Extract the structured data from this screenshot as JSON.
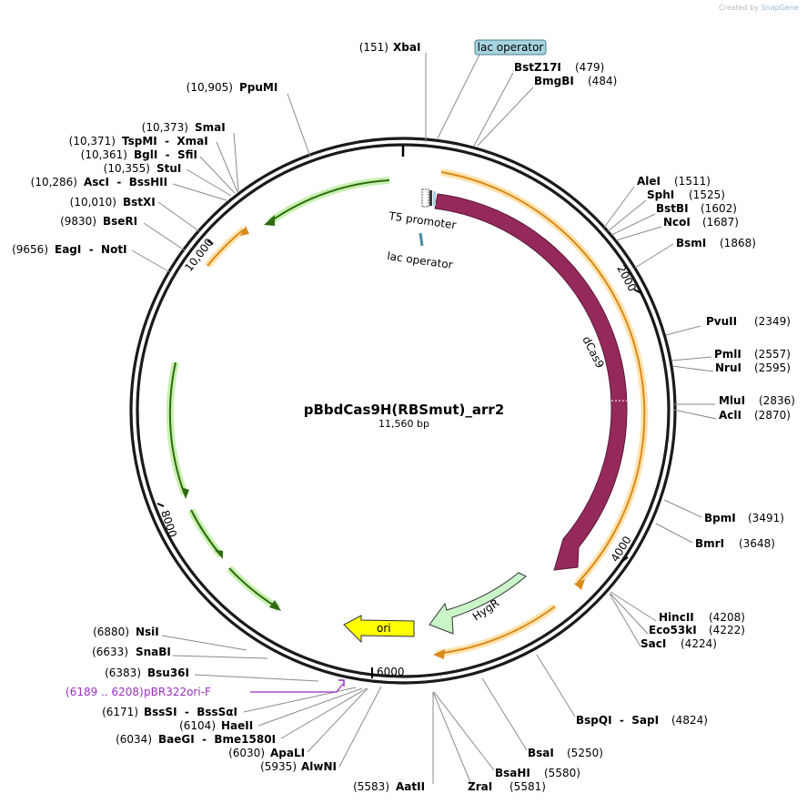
{
  "watermark": {
    "prefix": "Created by",
    "brand": "SnapGene"
  },
  "plasmid": {
    "name": "pBbdCas9H(RBSmut)_arr2",
    "length_label": "11,560 bp",
    "total_bp": 11560
  },
  "colors": {
    "cas9": "#95295c",
    "hygr": "#c9f5c9",
    "ori": "#ffff00",
    "orange": "#f4a340",
    "green": "#6ec63c",
    "lac_operator": "#a7d4e0",
    "primer": "#9b2fbf"
  },
  "ticks": [
    {
      "label": "2000",
      "pos": 2000
    },
    {
      "label": "4000",
      "pos": 4000
    },
    {
      "label": "6000",
      "pos": 6000
    },
    {
      "label": "8000",
      "pos": 8000
    },
    {
      "label": "10,000",
      "pos": 10000
    }
  ],
  "features": [
    {
      "id": "feature-dcas9",
      "label": "dCas9",
      "start": 560,
      "end": 4720,
      "color": "#95295c"
    },
    {
      "id": "feature-hygr",
      "label": "HygR",
      "start": 4680,
      "end": 5820,
      "color": "#c9f5c9"
    },
    {
      "id": "feature-ori",
      "label": "ori",
      "start": 5950,
      "end": 6500,
      "color": "#ffff00"
    }
  ],
  "inner_labels": {
    "t5_promoter": "T5 promoter",
    "lac_operator": "lac operator"
  },
  "top_label_box": {
    "text": "lac operator"
  },
  "primer": {
    "range": "(6189 .. 6208)",
    "name": "pBR322ori-F"
  },
  "sites": [
    {
      "pos": "(151)",
      "name": "XbaI",
      "bp": 151
    },
    {
      "name": "BstZ17I",
      "pos": "(479)",
      "bp": 479
    },
    {
      "name": "BmgBI",
      "pos": "(484)",
      "bp": 484
    },
    {
      "name": "AleI",
      "pos": "(1511)",
      "bp": 1511
    },
    {
      "name": "SphI",
      "pos": "(1525)",
      "bp": 1525
    },
    {
      "name": "BstBI",
      "pos": "(1602)",
      "bp": 1602
    },
    {
      "name": "NcoI",
      "pos": "(1687)",
      "bp": 1687
    },
    {
      "name": "BsmI",
      "pos": "(1868)",
      "bp": 1868
    },
    {
      "name": "PvuII",
      "pos": "(2349)",
      "bp": 2349
    },
    {
      "name": "PmlI",
      "pos": "(2557)",
      "bp": 2557
    },
    {
      "name": "NruI",
      "pos": "(2595)",
      "bp": 2595
    },
    {
      "name": "MluI",
      "pos": "(2836)",
      "bp": 2836
    },
    {
      "name": "AclI",
      "pos": "(2870)",
      "bp": 2870
    },
    {
      "name": "BpmI",
      "pos": "(3491)",
      "bp": 3491
    },
    {
      "name": "BmrI",
      "pos": "(3648)",
      "bp": 3648
    },
    {
      "name": "HincII",
      "pos": "(4208)",
      "bp": 4208
    },
    {
      "name": "Eco53kI",
      "pos": "(4222)",
      "bp": 4222
    },
    {
      "name": "SacI",
      "pos": "(4224)",
      "bp": 4224
    },
    {
      "name": "BspQI  -  SapI",
      "pos": "(4824)",
      "bp": 4824
    },
    {
      "name": "BsaI",
      "pos": "(5250)",
      "bp": 5250
    },
    {
      "name": "BsaHI",
      "pos": "(5580)",
      "bp": 5580
    },
    {
      "name": "ZraI",
      "pos": "(5581)",
      "bp": 5581
    },
    {
      "pos": "(5583)",
      "name": "AatII",
      "bp": 5583
    },
    {
      "pos": "(5935)",
      "name": "AlwNI",
      "bp": 5935
    },
    {
      "pos": "(6030)",
      "name": "ApaLI",
      "bp": 6030
    },
    {
      "pos": "(6034)",
      "name": "BaeGI  -  Bme1580I",
      "bp": 6034
    },
    {
      "pos": "(6104)",
      "name": "HaeII",
      "bp": 6104
    },
    {
      "pos": "(6171)",
      "name": "BssSI  -  BssSαI",
      "bp": 6171
    },
    {
      "pos": "(6383)",
      "name": "Bsu36I",
      "bp": 6383
    },
    {
      "pos": "(6633)",
      "name": "SnaBI",
      "bp": 6633
    },
    {
      "pos": "(6880)",
      "name": "NsiI",
      "bp": 6880
    },
    {
      "pos": "(9656)",
      "name": "EagI  -  NotI",
      "bp": 9656
    },
    {
      "pos": "(9830)",
      "name": "BseRI",
      "bp": 9830
    },
    {
      "pos": "(10,010)",
      "name": "BstXI",
      "bp": 10010
    },
    {
      "pos": "(10,286)",
      "name": "AscI  -  BssHII",
      "bp": 10286
    },
    {
      "pos": "(10,355)",
      "name": "StuI",
      "bp": 10355
    },
    {
      "pos": "(10,361)",
      "name": "BglI  -  SfiI",
      "bp": 10361
    },
    {
      "pos": "(10,371)",
      "name": "TspMI  -  XmaI",
      "bp": 10371
    },
    {
      "pos": "(10,373)",
      "name": "SmaI",
      "bp": 10373
    },
    {
      "pos": "(10,905)",
      "name": "PpuMI",
      "bp": 10905
    }
  ]
}
